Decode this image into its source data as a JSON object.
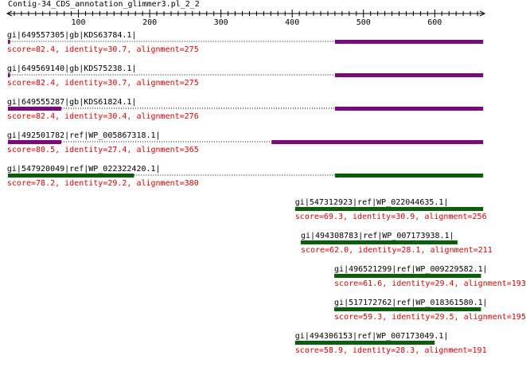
{
  "title": "Contig-34_CDS_annotation_glimmer3.pl_2_2",
  "axis": {
    "min": 0,
    "max": 670,
    "major_step": 100,
    "minor_step": 10,
    "tick_labels": [
      "100",
      "200",
      "300",
      "400",
      "500",
      "600"
    ]
  },
  "colors": {
    "purple": "#7a0a7a",
    "green": "#0b5e0b",
    "score_text": "#e00000",
    "dotted": "#000000"
  },
  "hits": [
    {
      "label": "gi|649557305|gb|KDS63784.1|",
      "score": "score=82.4, identity=30.7, alignment=275",
      "query_start": 1,
      "query_end": 4,
      "hit_start": 460,
      "hit_end": 668,
      "color": "purple"
    },
    {
      "label": "gi|649569140|gb|KDS75238.1|",
      "score": "score=82.4, identity=30.7, alignment=275",
      "query_start": 1,
      "query_end": 4,
      "hit_start": 460,
      "hit_end": 668,
      "color": "purple"
    },
    {
      "label": "gi|649555287|gb|KDS61824.1|",
      "score": "score=82.4, identity=30.4, alignment=276",
      "query_start": 1,
      "query_end": 76,
      "hit_start": 460,
      "hit_end": 668,
      "color": "purple"
    },
    {
      "label": "gi|492501782|ref|WP_005867318.1|",
      "score": "score=80.5, identity=27.4, alignment=365",
      "query_start": 1,
      "query_end": 76,
      "hit_start": 371,
      "hit_end": 668,
      "color": "purple"
    },
    {
      "label": "gi|547920049|ref|WP_022322420.1|",
      "score": "score=78.2, identity=29.2, alignment=380",
      "query_start": 1,
      "query_end": 178,
      "hit_start": 460,
      "hit_end": 668,
      "color": "green"
    },
    {
      "label": "gi|547312923|ref|WP_022044635.1|",
      "score": "score=69.3, identity=30.9, alignment=256",
      "query_start": 0,
      "query_end": 0,
      "hit_start": 404,
      "hit_end": 668,
      "color": "green"
    },
    {
      "label": "gi|494308783|ref|WP_007173938.1|",
      "score": "score=62.0, identity=28.1, alignment=211",
      "query_start": 0,
      "query_end": 0,
      "hit_start": 412,
      "hit_end": 632,
      "color": "green"
    },
    {
      "label": "gi|496521299|ref|WP_009229582.1|",
      "score": "score=61.6, identity=29.4, alignment=193",
      "query_start": 0,
      "query_end": 0,
      "hit_start": 459,
      "hit_end": 665,
      "color": "green"
    },
    {
      "label": "gi|517172762|ref|WP_018361580.1|",
      "score": "score=59.3, identity=29.5, alignment=195",
      "query_start": 0,
      "query_end": 0,
      "hit_start": 459,
      "hit_end": 665,
      "color": "green"
    },
    {
      "label": "gi|494306153|ref|WP_007173049.1|",
      "score": "score=58.9, identity=28.3, alignment=191",
      "query_start": 0,
      "query_end": 0,
      "hit_start": 404,
      "hit_end": 600,
      "color": "green"
    }
  ]
}
